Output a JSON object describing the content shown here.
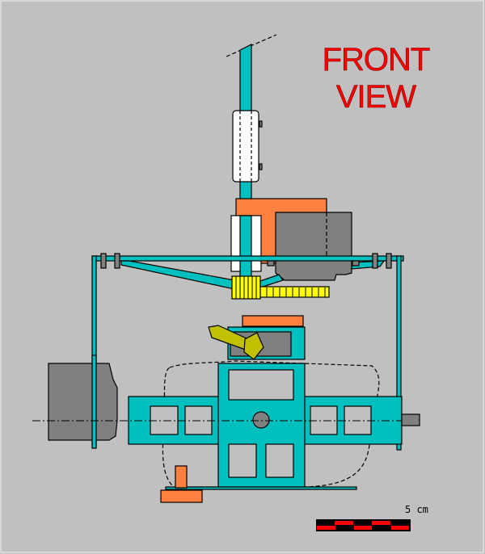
{
  "title": {
    "line1": "FRONT",
    "line2": "VIEW"
  },
  "scale": {
    "label": "5 cm",
    "segments": 5
  },
  "colors": {
    "frame": "#00bfbf",
    "motor": "#808080",
    "orange": "#ff8040",
    "gear": "#ffff00",
    "title": "#ff0000",
    "background": "#c0c0c0"
  }
}
